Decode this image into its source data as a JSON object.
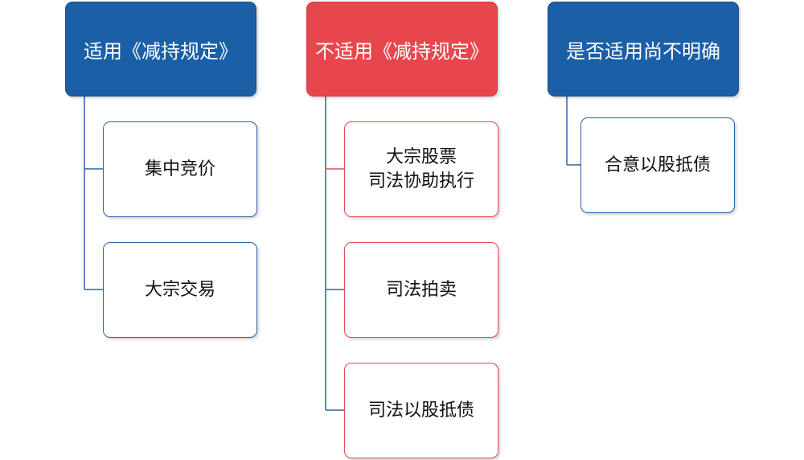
{
  "colors": {
    "blue": "#1b5fa7",
    "red": "#e8464d",
    "blue_border": "#2a63a8",
    "red_border": "#e34a52"
  },
  "columns": [
    {
      "header": "适用《减持规定》",
      "color": "blue",
      "items": [
        {
          "lines": [
            "集中竞价"
          ]
        },
        {
          "lines": [
            "大宗交易"
          ]
        }
      ]
    },
    {
      "header": "不适用《减持规定》",
      "color": "red",
      "items": [
        {
          "lines": [
            "大宗股票",
            "司法协助执行"
          ]
        },
        {
          "lines": [
            "司法拍卖"
          ]
        },
        {
          "lines": [
            "司法以股抵债"
          ]
        }
      ]
    },
    {
      "header": "是否适用尚不明确",
      "color": "blue",
      "items": [
        {
          "lines": [
            "合意以股抵债"
          ]
        }
      ]
    }
  ]
}
